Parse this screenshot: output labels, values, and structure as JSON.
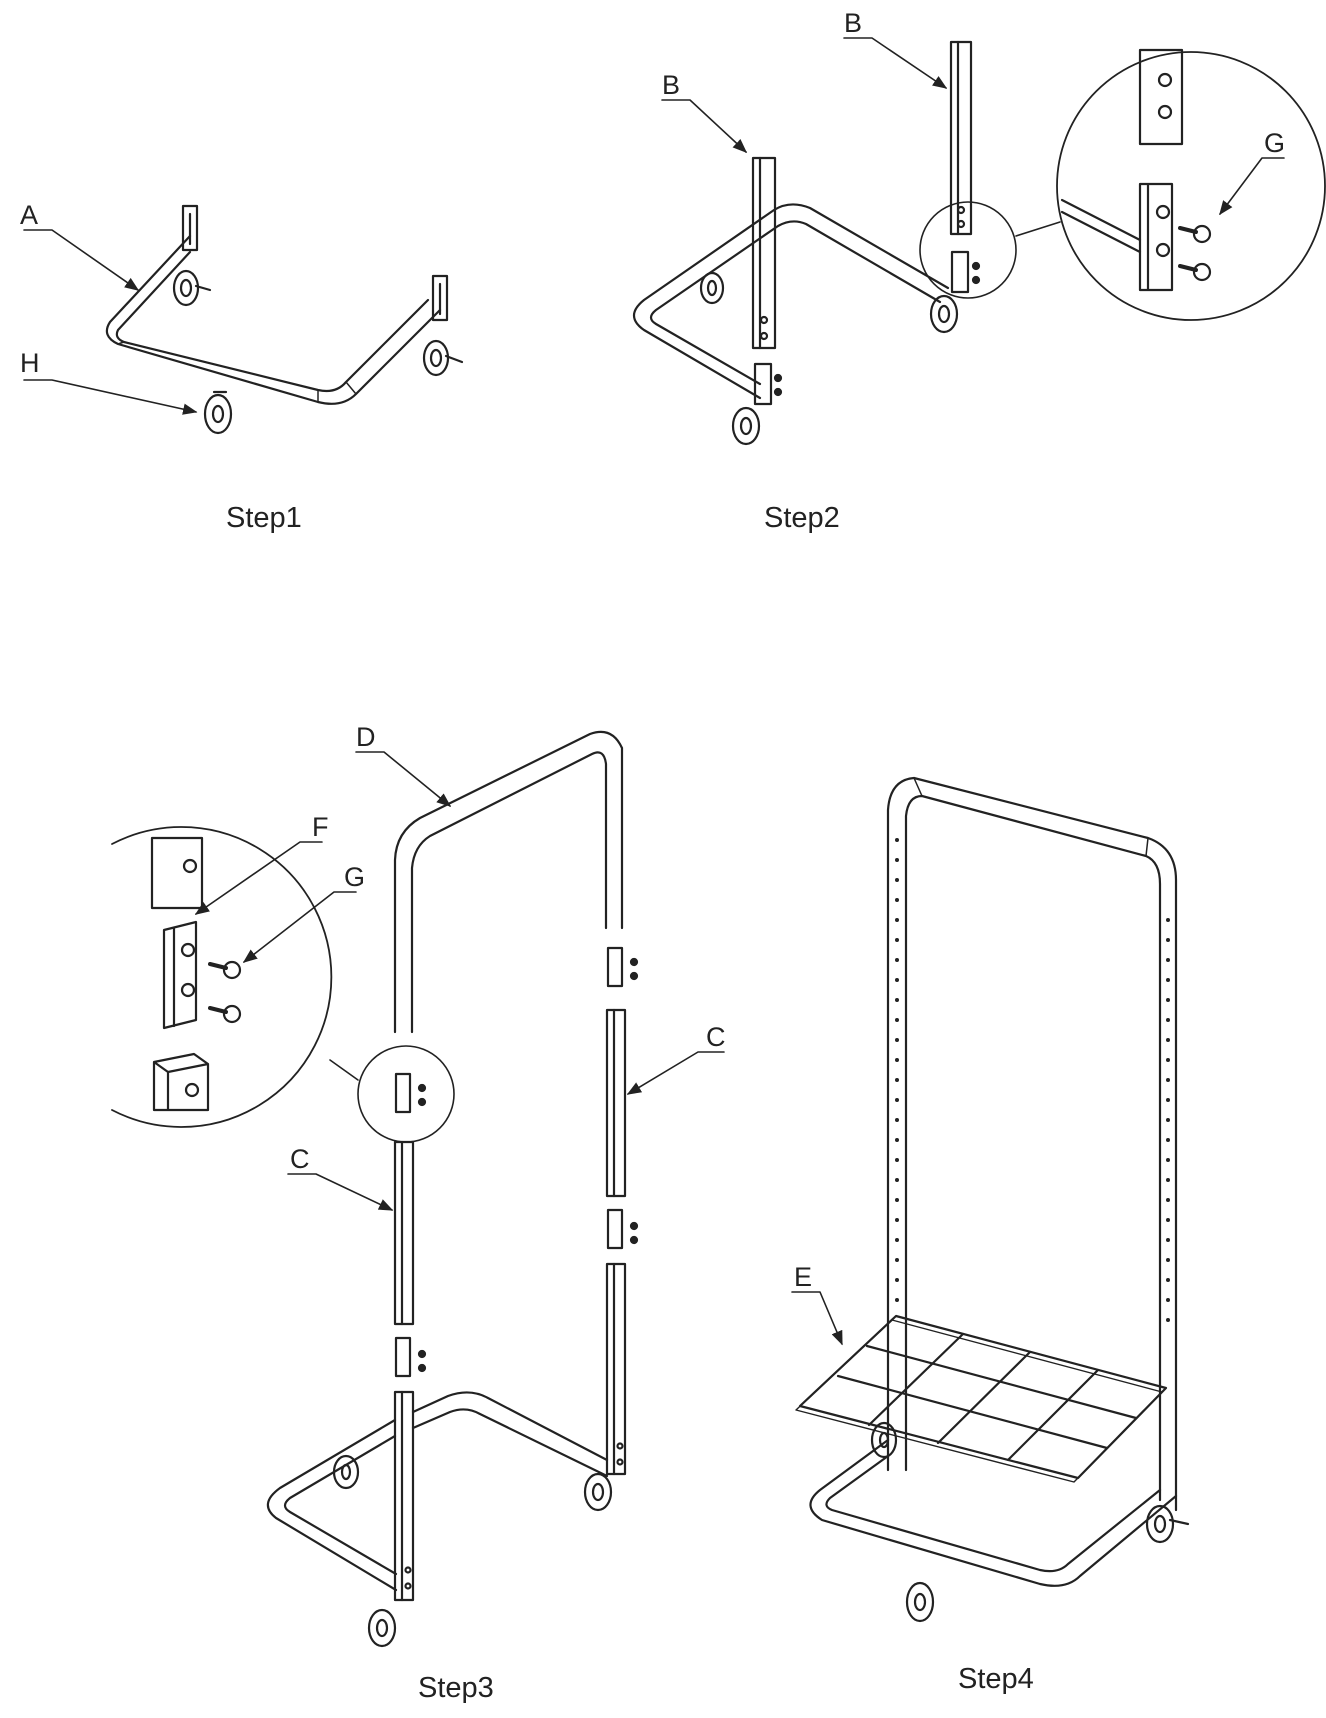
{
  "steps": [
    {
      "title": "Step1",
      "labels": {
        "A": "A",
        "H": "H"
      }
    },
    {
      "title": "Step2",
      "labels": {
        "B1": "B",
        "B2": "B",
        "G": "G"
      }
    },
    {
      "title": "Step3",
      "labels": {
        "D": "D",
        "F": "F",
        "G": "G",
        "C1": "C",
        "C2": "C"
      }
    },
    {
      "title": "Step4",
      "labels": {
        "E": "E"
      }
    }
  ],
  "colors": {
    "line": "#222222",
    "background": "#ffffff"
  }
}
